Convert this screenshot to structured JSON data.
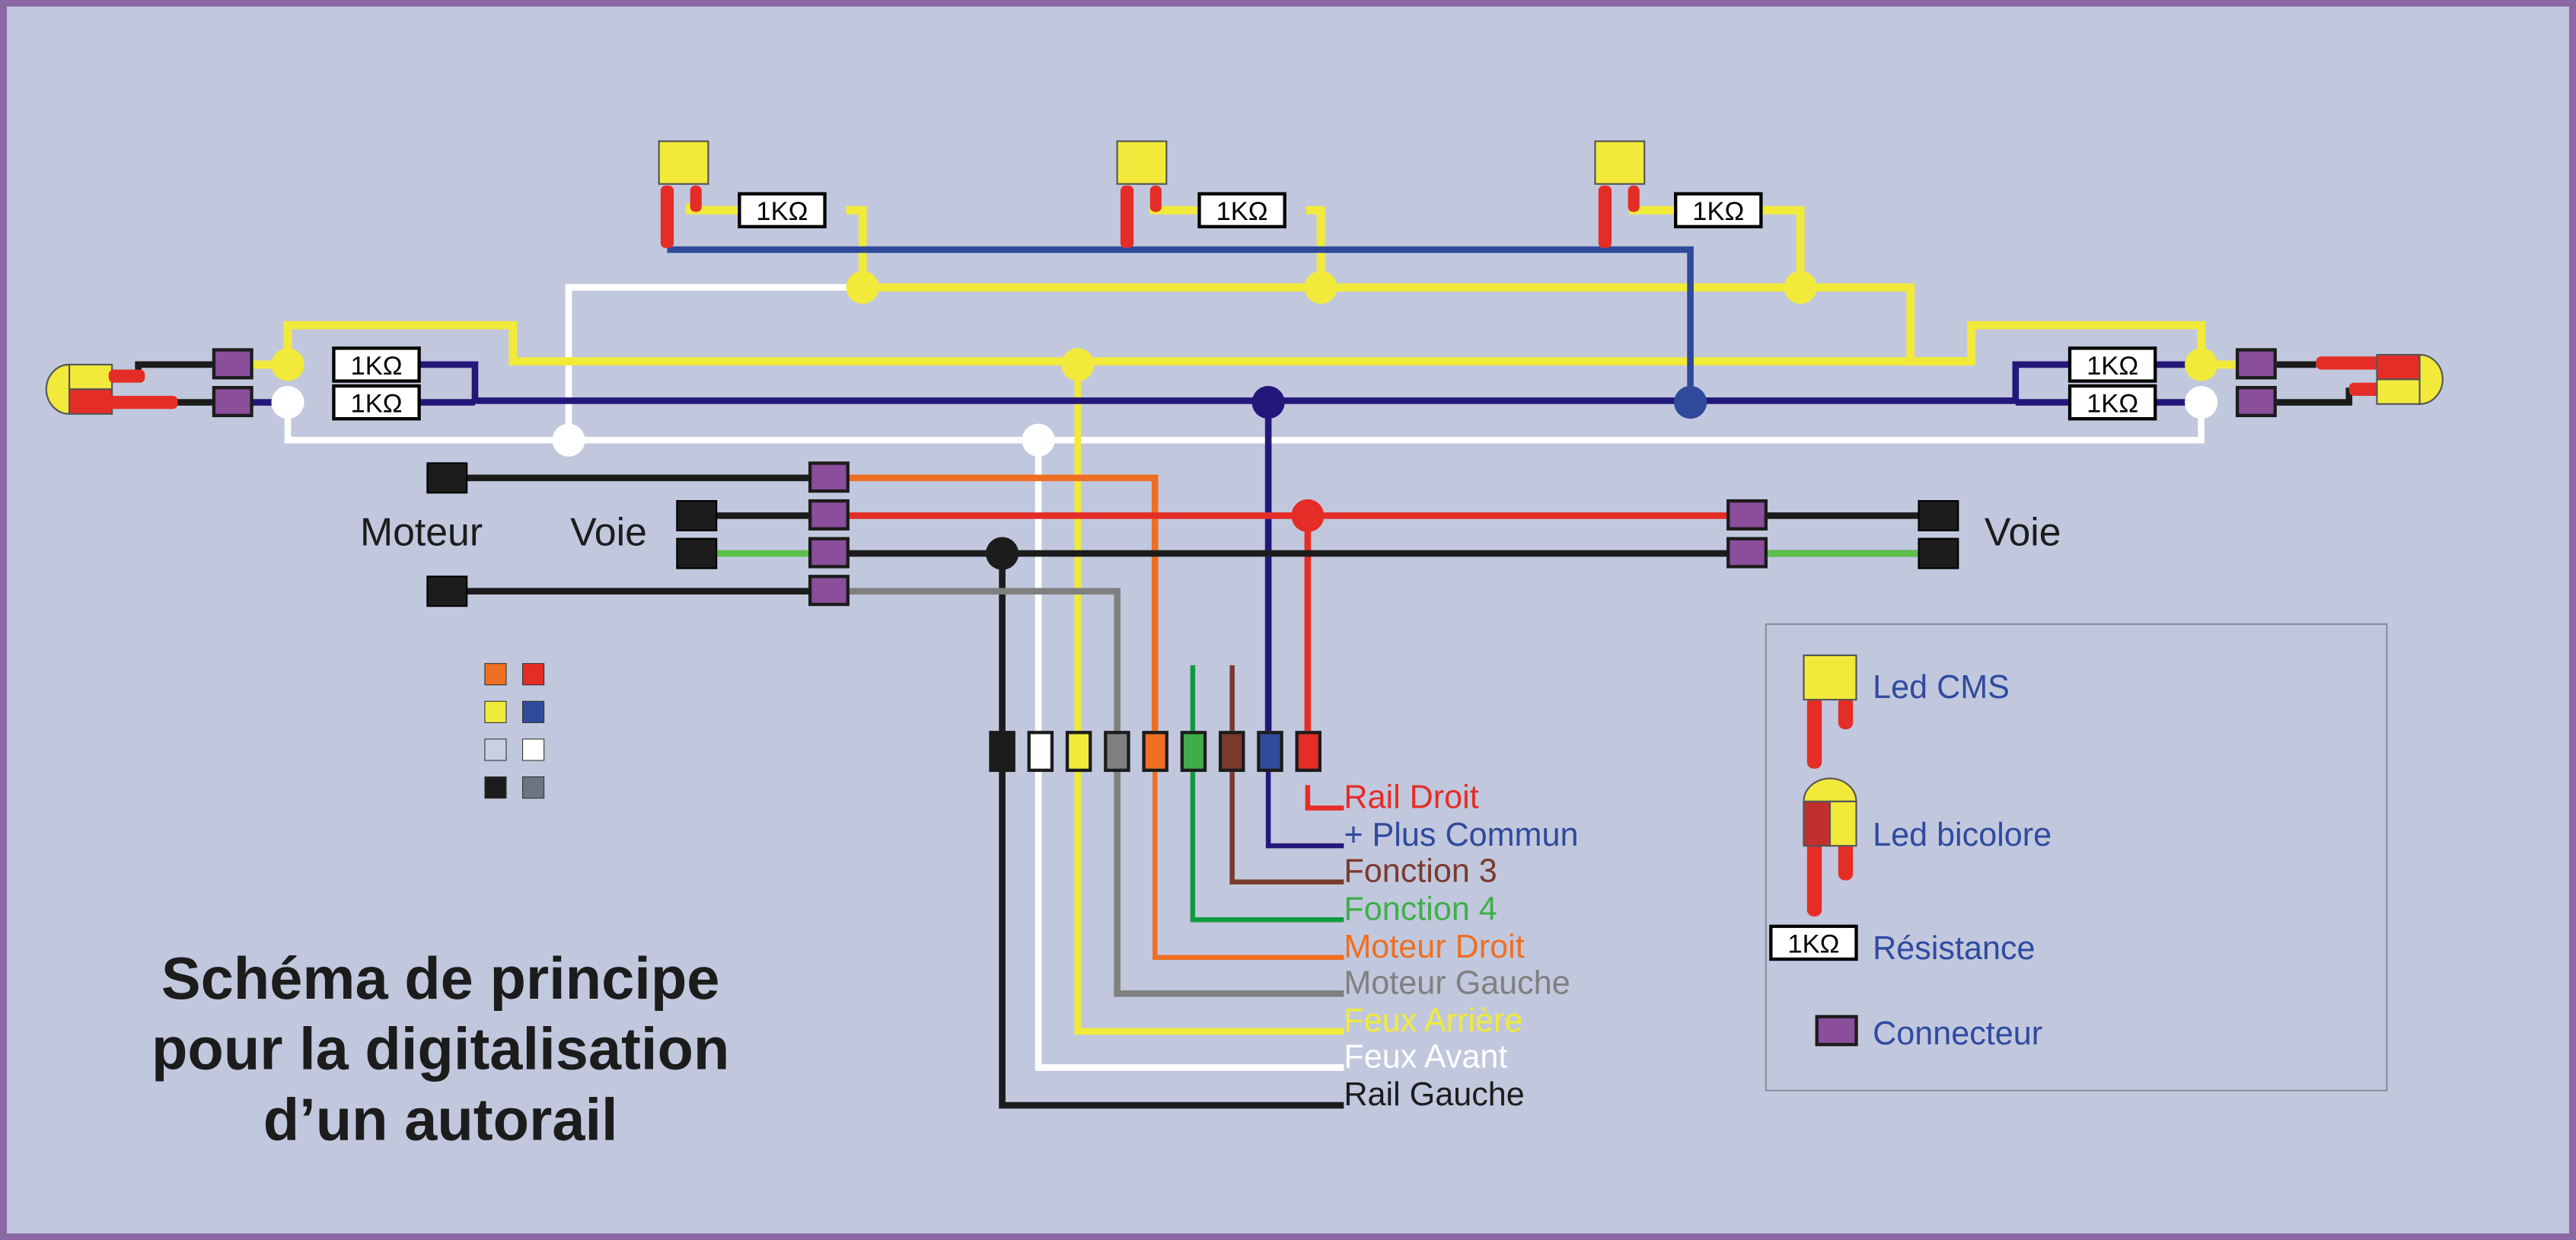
{
  "labels": {
    "moteur": "Moteur",
    "voie_left": "Voie",
    "voie_right": "Voie",
    "resistor": "1KΩ"
  },
  "title": {
    "line1": "Schéma de principe",
    "line2": "pour la digitalisation",
    "line3": "d’un autorail"
  },
  "decoder_pins": [
    {
      "name": "Rail Droit",
      "color": "#e52d27"
    },
    {
      "name": "+ Plus Commun",
      "color": "#2f4a9c"
    },
    {
      "name": "Fonction 3",
      "color": "#7a3a2e"
    },
    {
      "name": "Fonction 4",
      "color": "#3fae49"
    },
    {
      "name": "Moteur Droit",
      "color": "#ee6f22"
    },
    {
      "name": "Moteur Gauche",
      "color": "#808080"
    },
    {
      "name": "Feux Arrière",
      "color": "#f2ea3a"
    },
    {
      "name": "Feux Avant",
      "color": "#ffffff"
    },
    {
      "name": "Rail Gauche",
      "color": "#1c1c1c"
    }
  ],
  "legend": {
    "led_cms": "Led CMS",
    "led_bicolore": "Led bicolore",
    "resistance": "Résistance",
    "connecteur": "Connecteur"
  },
  "colors": {
    "background": "#c1c8dd",
    "border": "#8a68a6",
    "red": "#e52d27",
    "yellow": "#f2ea3a",
    "blue": "#2f4a9c",
    "navy": "#23187a",
    "white": "#ffffff",
    "black": "#1c1c1c",
    "orange": "#ee6f22",
    "green": "#3fae49",
    "brown": "#7a3a2e",
    "grey": "#808080",
    "purple": "#8a4e9b",
    "legend_text": "#2f4aa0"
  }
}
